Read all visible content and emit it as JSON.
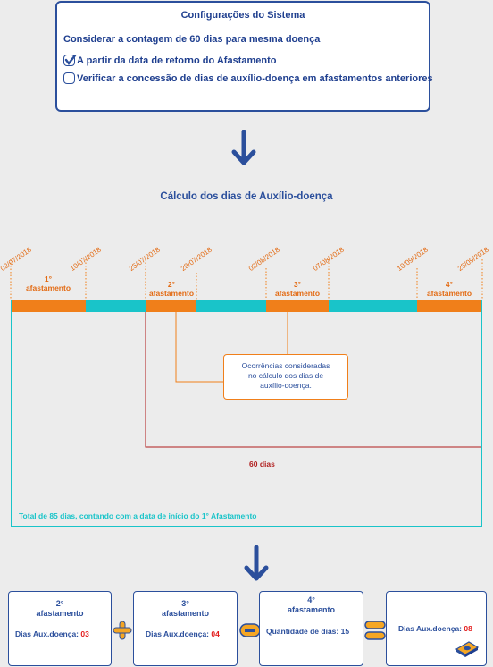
{
  "config": {
    "title": "Configurações do Sistema",
    "subtitle": "Considerar a contagem de 60 dias para mesma doença",
    "options": [
      {
        "label": "A partir da data de retorno do Afastamento",
        "checked": true
      },
      {
        "label": "Verificar a concessão de dias de auxílio-doença em afastamentos anteriores",
        "checked": false
      }
    ]
  },
  "calc_title": "Cálculo dos dias de Auxílio-doença",
  "timeline": {
    "dates": [
      "02/07/2018",
      "10/07/2018",
      "25/07/2018",
      "28/07/2018",
      "02/08/2018",
      "07/08/2018",
      "10/09/2018",
      "25/09/2018"
    ],
    "periods": [
      {
        "ordinal": "1°",
        "label": "afastamento"
      },
      {
        "ordinal": "2°",
        "label": "afastamento"
      },
      {
        "ordinal": "3°",
        "label": "afastamento"
      },
      {
        "ordinal": "4°",
        "label": "afastamento"
      }
    ],
    "occurrences_note": [
      "Ocorrências consideradas",
      "no cálculo dos dias de",
      "auxílio-doença."
    ],
    "sixty_days": "60 dias",
    "total_label": "Total de 85 dias, contando com a data de início do 1° Afastamento"
  },
  "cards": [
    {
      "ordinal": "2°",
      "label": "afastamento",
      "line_label": "Dias Aux.doença:",
      "line_value": "03"
    },
    {
      "ordinal": "3°",
      "label": "afastamento",
      "line_label": "Dias Aux.doença:",
      "line_value": "04"
    },
    {
      "ordinal": "4°",
      "label": "afastamento",
      "line_label": "Quantidade de dias: 15",
      "line_value": ""
    },
    {
      "ordinal": "",
      "label": "",
      "line_label": "Dias Aux.doença:",
      "line_value": "08"
    }
  ],
  "colors": {
    "blue": "#2b4f9c",
    "orange": "#f07f1a",
    "teal": "#19c4c9",
    "red": "#b01c1c"
  }
}
